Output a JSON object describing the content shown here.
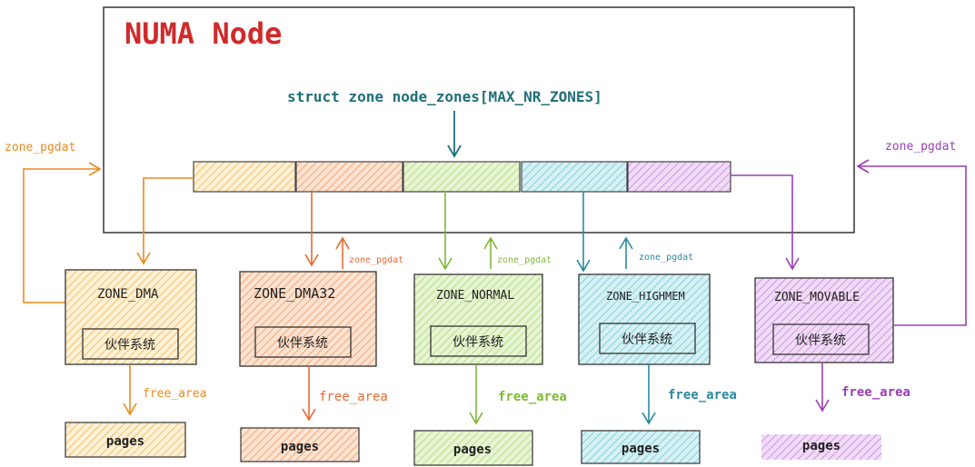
{
  "title": "NUMA Node",
  "struct_label": "struct zone node_zones[MAX_NR_ZONES]",
  "colors": {
    "title": "#d12a2a",
    "struct": "#1f6f7a",
    "dma": "#e98a1f",
    "dma32": "#e86a33",
    "normal": "#7fb83a",
    "highmem": "#2a8aa0",
    "movable": "#9a3fb5"
  },
  "zone_pgdat_left": "zone_pgdat",
  "zone_pgdat_right": "zone_pgdat",
  "zones": [
    {
      "name": "ZONE_DMA",
      "buddy": "伙伴系统",
      "free_area": "free_area",
      "pages": "pages",
      "pgdat": ""
    },
    {
      "name": "ZONE_DMA32",
      "buddy": "伙伴系统",
      "free_area": "free_area",
      "pages": "pages",
      "pgdat": "zone_pgdat"
    },
    {
      "name": "ZONE_NORMAL",
      "buddy": "伙伴系统",
      "free_area": "free_area",
      "pages": "pages",
      "pgdat": "zone_pgdat"
    },
    {
      "name": "ZONE_HIGHMEM",
      "buddy": "伙伴系统",
      "free_area": "free_area",
      "pages": "pages",
      "pgdat": "zone_pgdat"
    },
    {
      "name": "ZONE_MOVABLE",
      "buddy": "伙伴系统",
      "free_area": "free_area",
      "pages": "pages",
      "pgdat": ""
    }
  ]
}
